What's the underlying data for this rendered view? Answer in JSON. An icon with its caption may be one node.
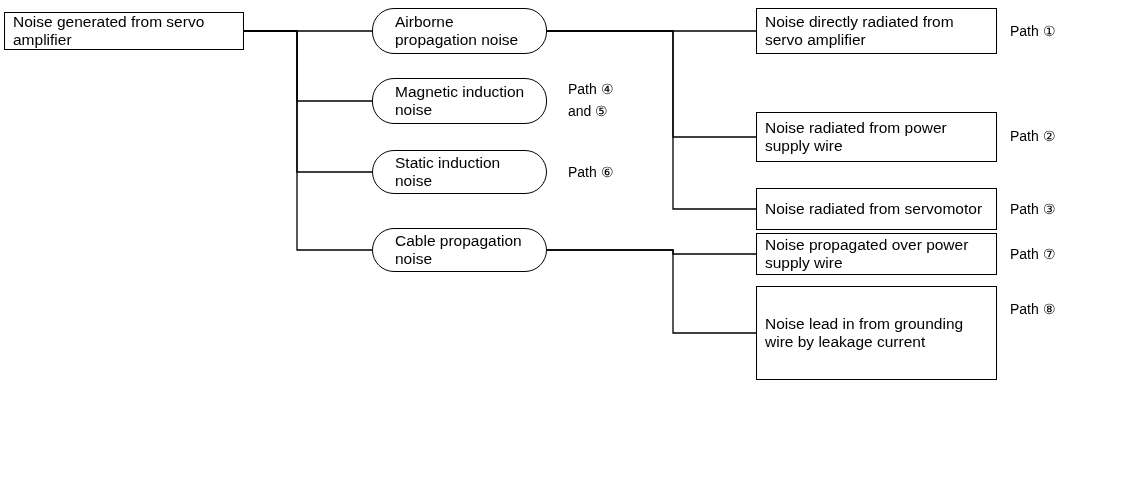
{
  "diagram": {
    "nodes": [
      {
        "text": [
          "Noise generated from servo amplifier"
        ]
      },
      {
        "text": [
          "Airborne propagation noise"
        ]
      },
      {
        "text": [
          "Magnetic induction noise"
        ],
        "beside": [
          "Path ④ and ⑤"
        ]
      },
      {
        "text": [
          "Static induction noise"
        ],
        "beside": [
          "Path ⑥"
        ]
      },
      {
        "text": [
          "Cable propagation noise"
        ]
      },
      {
        "text": [
          "Noise directly radiated from servo amplifier"
        ],
        "beside": [
          "Path ①"
        ]
      },
      {
        "text": [
          "Noise radiated from power supply wire"
        ],
        "beside": [
          "Path ②"
        ]
      },
      {
        "text": [
          "Noise radiated from servomotor"
        ],
        "beside": [
          "Path ③"
        ]
      },
      {
        "text": [
          "Noise propagated over power supply wire"
        ],
        "beside": [
          "Path ⑦"
        ]
      },
      {
        "text": [
          "Noise lead in from grounding wire by leakage current"
        ],
        "beside": [
          "Path ⑧"
        ]
      }
    ],
    "edges": [
      {
        "from": 0,
        "to": 1,
        "arrow": "none"
      },
      {
        "from": 0,
        "to": 2,
        "arrow": "none"
      },
      {
        "from": 0,
        "to": 3,
        "arrow": "none"
      },
      {
        "from": 0,
        "to": 4,
        "arrow": "none"
      },
      {
        "from": 1,
        "to": 5,
        "arrow": "none"
      },
      {
        "from": 1,
        "to": 6,
        "arrow": "none"
      },
      {
        "from": 1,
        "to": 7,
        "arrow": "none"
      },
      {
        "from": 4,
        "to": 8,
        "arrow": "none"
      },
      {
        "from": 4,
        "to": 9,
        "arrow": "none"
      }
    ]
  }
}
